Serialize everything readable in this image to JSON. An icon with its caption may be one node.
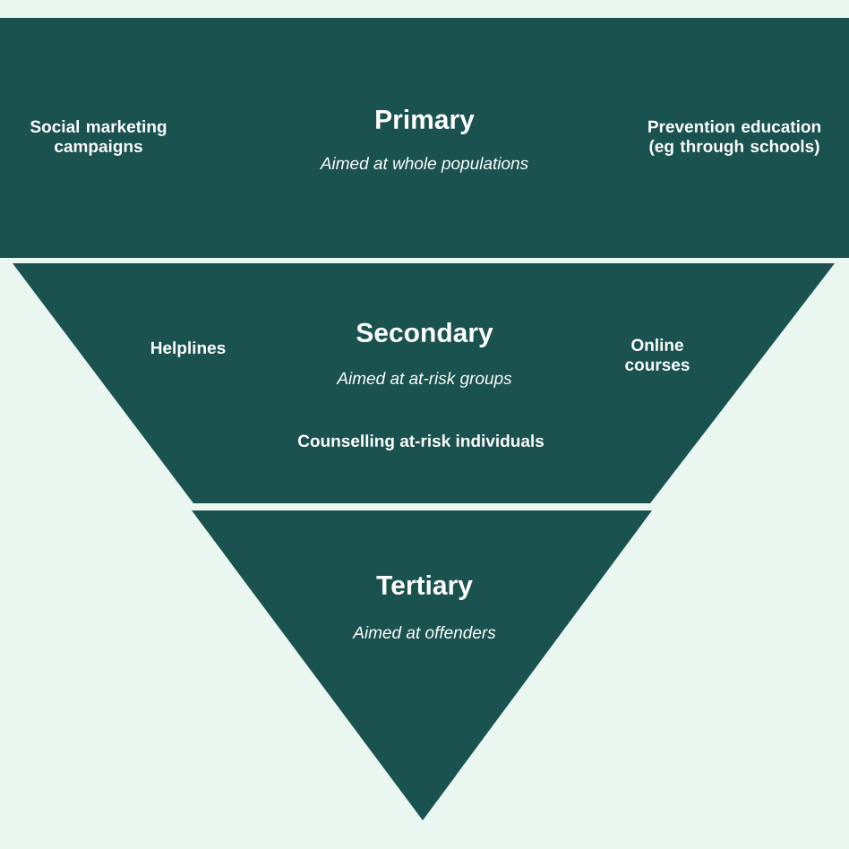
{
  "diagram": {
    "nodes": [
      {
        "text": [
          "Primary",
          "Aimed at whole populations",
          "Social marketing campaigns",
          "Prevention education (eg through schools)"
        ]
      },
      {
        "text": [
          "Secondary",
          "Aimed at at-risk groups",
          "Helplines",
          "Online courses",
          "Counselling at-risk individuals"
        ]
      },
      {
        "text": [
          "Tertiary",
          "Aimed at offenders"
        ]
      }
    ]
  }
}
